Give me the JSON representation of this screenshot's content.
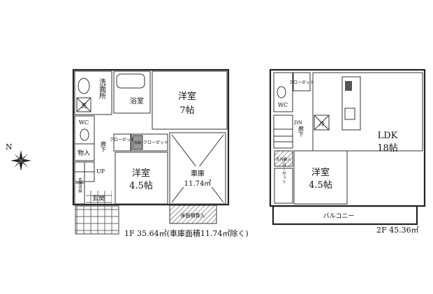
{
  "compass": {
    "north": "N"
  },
  "floor1": {
    "caption": "1F 35.64㎡(車庫面積11.74㎡除く)",
    "rooms": {
      "washroom": "洗面所",
      "washer": "洗",
      "bath": "浴室",
      "western7_name": "洋室",
      "western7_size": "7帖",
      "wc": "WC",
      "hall": "廊下",
      "storage": "物入",
      "up": "UP",
      "shoe_storage": "玄関収納",
      "entrance": "玄関",
      "closet1": "クローゼット",
      "storage_small": "収納",
      "closet2": "クローゼット",
      "western45_name": "洋室",
      "western45_size": "4.5帖",
      "garage_name": "車庫",
      "garage_area": "11.74㎡",
      "hatched": "床面積算入"
    }
  },
  "floor2": {
    "caption": "2F 45.36㎡",
    "rooms": {
      "wc": "WC",
      "closet_top": "クローゼット",
      "down": "DN",
      "hall": "廊下",
      "fridge": "冷",
      "ceiling_storage": "天井物入",
      "closet": "クローゼット",
      "western_name": "洋室",
      "western_size": "4.5帖",
      "ldk_name": "LDK",
      "ldk_size": "18帖",
      "balcony": "バルコニー"
    }
  }
}
